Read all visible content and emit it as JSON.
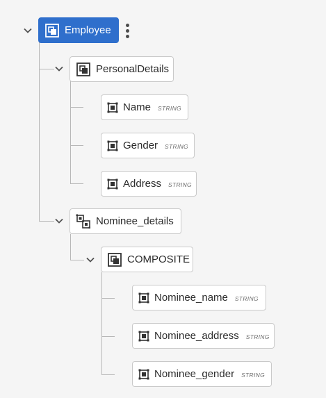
{
  "tree": {
    "root": {
      "label": "Employee",
      "icon": "object-icon",
      "selected": true
    },
    "nodes": [
      {
        "id": "personal-details",
        "label": "PersonalDetails",
        "icon": "object-icon"
      },
      {
        "id": "name",
        "label": "Name",
        "type": "STRING",
        "icon": "field-icon"
      },
      {
        "id": "gender",
        "label": "Gender",
        "type": "STRING",
        "icon": "field-icon"
      },
      {
        "id": "address",
        "label": "Address",
        "type": "STRING",
        "icon": "field-icon"
      },
      {
        "id": "nominee-details",
        "label": "Nominee_details",
        "icon": "array-icon"
      },
      {
        "id": "composite",
        "label": "COMPOSITE",
        "icon": "object-icon"
      },
      {
        "id": "nominee-name",
        "label": "Nominee_name",
        "type": "STRING",
        "icon": "field-icon"
      },
      {
        "id": "nominee-address",
        "label": "Nominee_address",
        "type": "STRING",
        "icon": "field-icon"
      },
      {
        "id": "nominee-gender",
        "label": "Nominee_gender",
        "type": "STRING",
        "icon": "field-icon"
      }
    ]
  },
  "colors": {
    "selected": "#2f6fcc",
    "connector": "#b7b7b7",
    "background": "#f5f5f5"
  }
}
